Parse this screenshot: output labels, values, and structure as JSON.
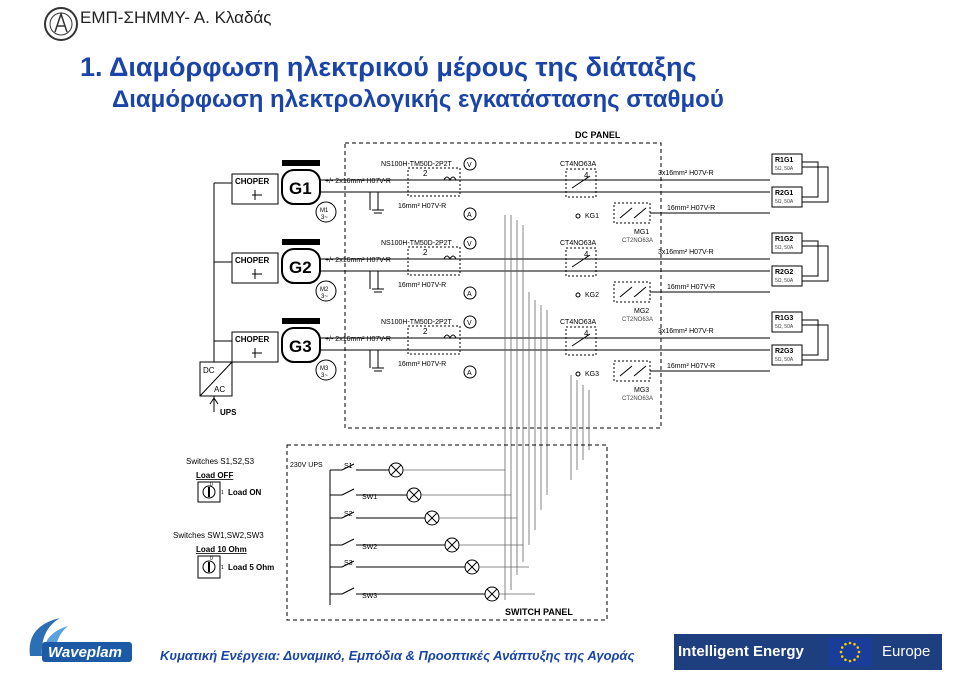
{
  "header": {
    "org": "ΕΜΠ-ΣΗΜΜΥ- Α. Κλαδάς"
  },
  "title": "1. Διαμόρφωση ηλεκτρικού μέρους της διάταξης",
  "subtitle": "Διαμόρφωση ηλεκτρολογικής εγκατάστασης σταθμού",
  "footer": {
    "waveplam": "Waveplam",
    "text": "Κυματική Ενέργεια: Δυναμικό, Εμπόδια & Προοπτικές Ανάπτυξης της Αγοράς",
    "ie_label": "Intelligent Energy",
    "europe_label": "Europe"
  },
  "diagram": {
    "dc_panel": "DC PANEL",
    "switch_panel": "SWITCH PANEL",
    "ups": "UPS",
    "dc": "DC",
    "ac": "AC",
    "ups_230": "230V UPS",
    "groups": [
      {
        "choper": "CHOPER",
        "gen": "G1",
        "motor": "M1",
        "motor_sub": "3~",
        "cable_top": "+/- 2x16mm² H07V-R",
        "cable_bot": "16mm² H07V-R",
        "breaker": "NS100H-TM50D-2P2T",
        "breaker_n": "2",
        "ct": "CT4NO63A",
        "ct_n": "4",
        "kg": "KG1",
        "mg": "MG1",
        "mg_sub": "CT2NO63A",
        "cable_r1": "3x16mm² H07V-R",
        "cable_r2": "16mm² H07V-R",
        "r1": "R1G1",
        "r1_sub": "5Ω, 50A",
        "r2": "R2G1",
        "r2_sub": "5Ω, 50A",
        "v": "V",
        "a": "A"
      },
      {
        "choper": "CHOPER",
        "gen": "G2",
        "motor": "M2",
        "motor_sub": "3~",
        "cable_top": "+/- 2x16mm² H07V-R",
        "cable_bot": "16mm² H07V-R",
        "breaker": "NS100H-TM50D-2P2T",
        "breaker_n": "2",
        "ct": "CT4NO63A",
        "ct_n": "4",
        "kg": "KG2",
        "mg": "MG2",
        "mg_sub": "CT2NO63A",
        "cable_r1": "3x16mm² H07V-R",
        "cable_r2": "16mm² H07V-R",
        "r1": "R1G2",
        "r1_sub": "5Ω, 50A",
        "r2": "R2G2",
        "r2_sub": "5Ω, 50A",
        "v": "V",
        "a": "A"
      },
      {
        "choper": "CHOPER",
        "gen": "G3",
        "motor": "M3",
        "motor_sub": "3~",
        "cable_top": "+/- 2x16mm² H07V-R",
        "cable_bot": "16mm² H07V-R",
        "breaker": "NS100H-TM50D-2P2T",
        "breaker_n": "2",
        "ct": "CT4NO63A",
        "ct_n": "4",
        "kg": "KG3",
        "mg": "MG3",
        "mg_sub": "CT2NO63A",
        "cable_r1": "3x16mm² H07V-R",
        "cable_r2": "16mm² H07V-R",
        "r1": "R1G3",
        "r1_sub": "5Ω, 50A",
        "r2": "R2G3",
        "r2_sub": "5Ω, 50A",
        "v": "V",
        "a": "A"
      }
    ],
    "switches_s": {
      "title": "Switches S1,S2,S3",
      "pos0": "Load OFF",
      "pos1": "Load ON",
      "n0": "0",
      "n1": "1"
    },
    "switches_sw": {
      "title": "Switches SW1,SW2,SW3",
      "pos0": "Load 10 Ohm",
      "pos1": "Load 5 Ohm",
      "n0": "0",
      "n1": "1"
    },
    "switch_labels": [
      "S1",
      "SW1",
      "S2",
      "SW2",
      "S3",
      "SW3"
    ]
  }
}
